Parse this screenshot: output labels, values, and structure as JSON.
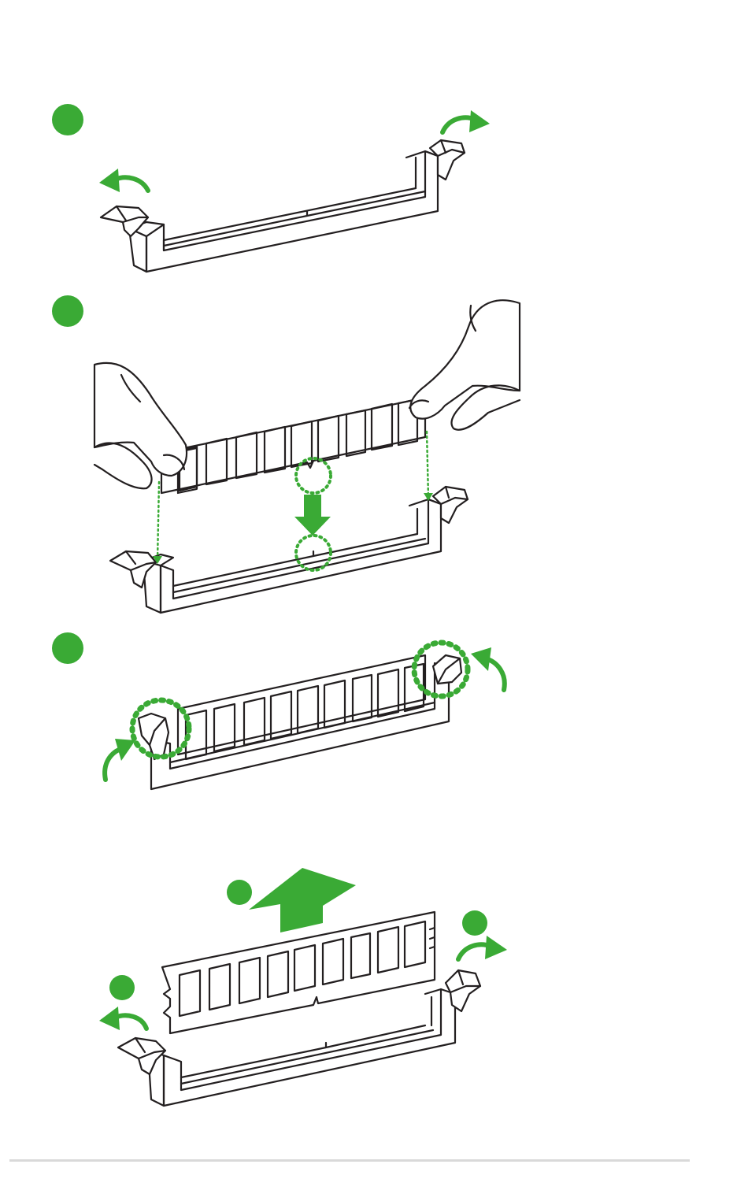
{
  "diagram": {
    "accent_color": "#3aaa35",
    "line_color": "#231f20",
    "steps": [
      {
        "id": "step-1",
        "marker": "green-dot",
        "action": "open-latches"
      },
      {
        "id": "step-2",
        "marker": "green-dot",
        "action": "align-and-insert-module"
      },
      {
        "id": "step-3",
        "marker": "green-dot",
        "action": "latches-close"
      },
      {
        "id": "remove",
        "markers": [
          "green-dot",
          "green-dot",
          "green-dot"
        ],
        "action": "open-latches-and-lift-module"
      }
    ],
    "icons": [
      "curved-arrow-icon",
      "down-arrow-icon",
      "up-arrow-icon",
      "hand-icon",
      "latch-icon",
      "memory-slot-icon",
      "memory-module-icon"
    ]
  }
}
